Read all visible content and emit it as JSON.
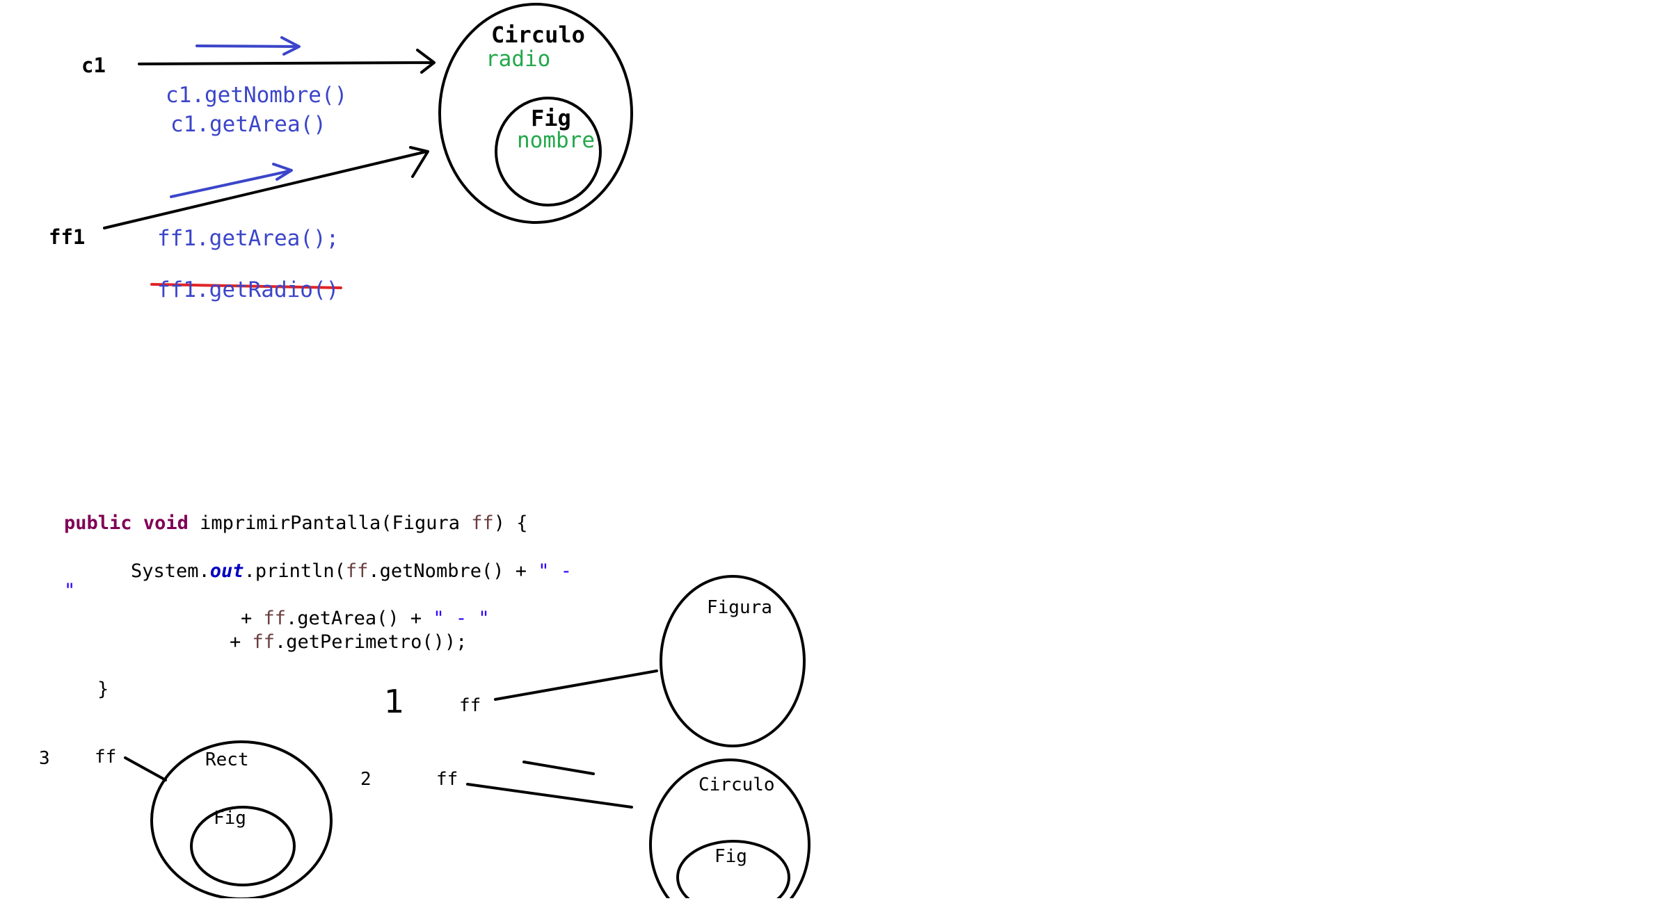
{
  "top": {
    "var_c1": "c1",
    "var_ff1": "ff1",
    "circle_label": "Circulo",
    "circle_field": "radio",
    "inner_label": "Fig",
    "inner_field": "nombre",
    "call_1": "c1.getNombre()",
    "call_2": "c1.getArea()",
    "call_3": "ff1.getArea();",
    "call_struck": "ff1.getRadio()"
  },
  "code": {
    "kw_public": "public",
    "kw_void": "void",
    "method": "imprimirPantalla(Figura",
    "param_1": "ff",
    "sig_end": ") {",
    "sys": "System.",
    "out": "out",
    "println": ".println(",
    "param_2": "ff",
    "get_nombre": ".getNombre() + ",
    "str_sep_1": "\" -",
    "str_sep_1b": "\"",
    "plus_1": "+ ",
    "param_3": "ff",
    "get_area": ".getArea() + ",
    "str_sep_2": "\" - \"",
    "plus_2": "+ ",
    "param_4": "ff",
    "get_perimetro": ".getPerimetro());",
    "close_brace": "}"
  },
  "bottom": {
    "num_1": "1",
    "num_2": "2",
    "num_3": "3",
    "ff_1": "ff",
    "ff_2": "ff",
    "ff_3": "ff",
    "figura_label": "Figura",
    "circulo_label": "Circulo",
    "circulo_inner": "Fig",
    "rect_label": "Rect",
    "rect_inner": "Fig"
  },
  "colors": {
    "ink": "#000000",
    "blue": "#3b45c9",
    "green": "#22a84a",
    "red": "#e02424"
  }
}
